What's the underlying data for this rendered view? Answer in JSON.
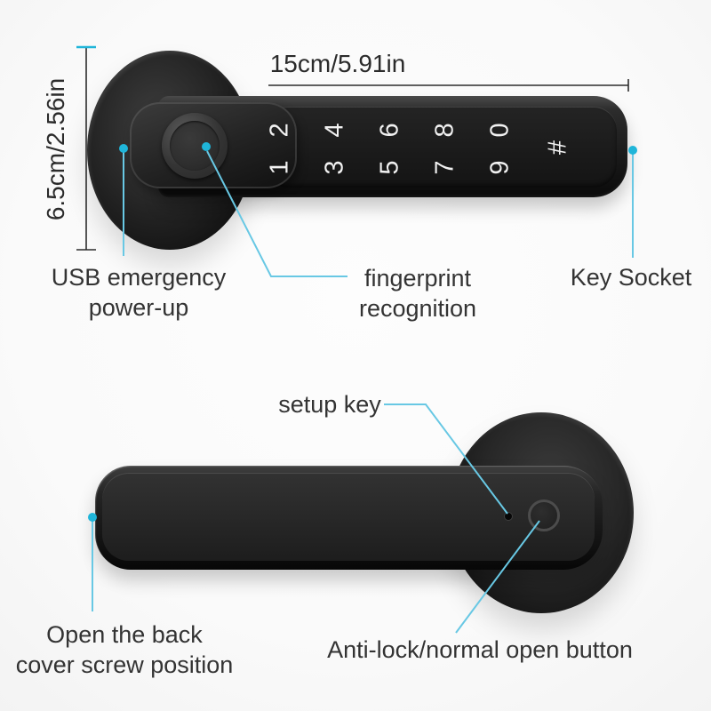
{
  "meta": {
    "description": "Annotated product diagram of a smart fingerprint door lock handle, front and back views"
  },
  "colors": {
    "background": "#fafafa",
    "label_text": "#333333",
    "dimension_line": "#2c2c2c",
    "leader_line": "#68c8e4",
    "accent_dot": "#1fb5d9",
    "keypad_digit": "#f1f1f1",
    "device_black": "#161616"
  },
  "dimensions": {
    "width_label": "15cm/5.91in",
    "height_label": "6.5cm/2.56in"
  },
  "top_view": {
    "keypad_keys": [
      "1 2",
      "3 4",
      "5 6",
      "7 8",
      "9 0",
      "#"
    ],
    "annotations": {
      "usb": {
        "line1": "USB emergency",
        "line2": "power-up"
      },
      "fingerprint": {
        "line1": "fingerprint",
        "line2": "recognition"
      },
      "key_socket": {
        "label": "Key Socket"
      }
    }
  },
  "bottom_view": {
    "annotations": {
      "setup_key": {
        "label": "setup key"
      },
      "back_cover": {
        "line1": "Open the back",
        "line2": "cover screw position"
      },
      "anti_lock": {
        "label": "Anti-lock/normal open button"
      }
    }
  }
}
